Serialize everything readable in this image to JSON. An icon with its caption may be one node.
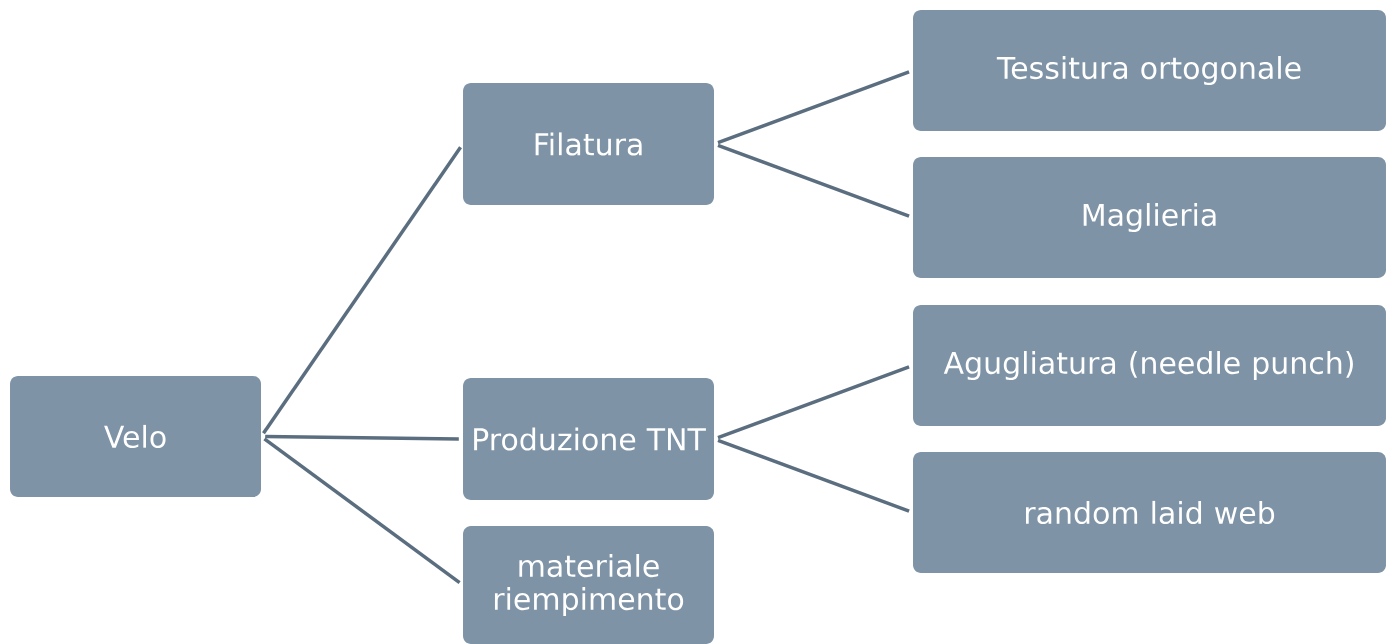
{
  "diagram": {
    "nodes": [
      {
        "text": [
          "Velo"
        ]
      },
      {
        "text": [
          "Filatura"
        ]
      },
      {
        "text": [
          "Produzione TNT"
        ]
      },
      {
        "text": [
          "materiale riempimento"
        ]
      },
      {
        "text": [
          "Tessitura ortogonale"
        ]
      },
      {
        "text": [
          "Maglieria"
        ]
      },
      {
        "text": [
          "Agugliatura (needle punch)"
        ]
      },
      {
        "text": [
          "random laid web"
        ]
      }
    ],
    "edges": [
      {
        "from": 0,
        "to": 1,
        "arrow": "none"
      },
      {
        "from": 0,
        "to": 2,
        "arrow": "none"
      },
      {
        "from": 0,
        "to": 3,
        "arrow": "none"
      },
      {
        "from": 1,
        "to": 4,
        "arrow": "none"
      },
      {
        "from": 1,
        "to": 5,
        "arrow": "none"
      },
      {
        "from": 2,
        "to": 6,
        "arrow": "none"
      },
      {
        "from": 2,
        "to": 7,
        "arrow": "none"
      }
    ]
  }
}
